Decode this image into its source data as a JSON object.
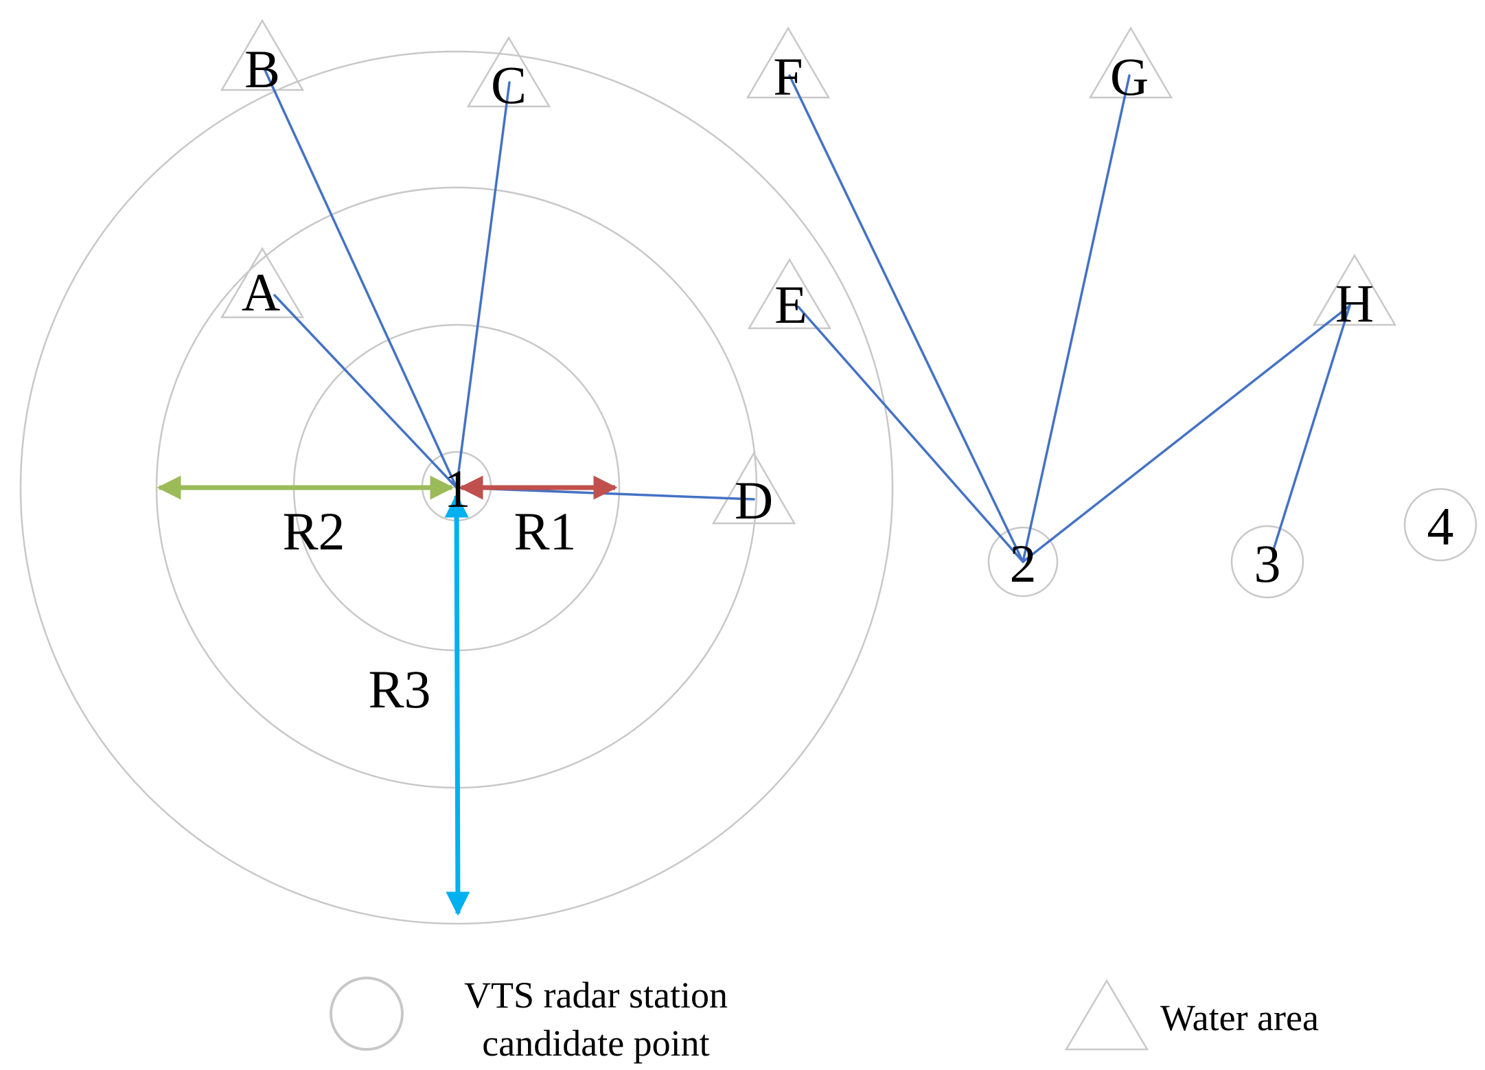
{
  "colors": {
    "ring": "#c8c8c8",
    "link": "#4472c4",
    "r1": "#c0504d",
    "r2": "#9bbb59",
    "r3": "#00b0f0",
    "text": "#000000"
  },
  "ranges": {
    "r1_label": "R1",
    "r2_label": "R2",
    "r3_label": "R3"
  },
  "stations": [
    {
      "id": "1",
      "label": "1"
    },
    {
      "id": "2",
      "label": "2"
    },
    {
      "id": "3",
      "label": "3"
    },
    {
      "id": "4",
      "label": "4"
    }
  ],
  "water_areas": [
    {
      "id": "A",
      "label": "A"
    },
    {
      "id": "B",
      "label": "B"
    },
    {
      "id": "C",
      "label": "C"
    },
    {
      "id": "D",
      "label": "D"
    },
    {
      "id": "E",
      "label": "E"
    },
    {
      "id": "F",
      "label": "F"
    },
    {
      "id": "G",
      "label": "G"
    },
    {
      "id": "H",
      "label": "H"
    }
  ],
  "links": [
    {
      "from": "1",
      "to": "A"
    },
    {
      "from": "1",
      "to": "B"
    },
    {
      "from": "1",
      "to": "C"
    },
    {
      "from": "1",
      "to": "D"
    },
    {
      "from": "2",
      "to": "E"
    },
    {
      "from": "2",
      "to": "F"
    },
    {
      "from": "2",
      "to": "G"
    },
    {
      "from": "2",
      "to": "H"
    },
    {
      "from": "3",
      "to": "H"
    }
  ],
  "legend": {
    "station_line1": "VTS radar station",
    "station_line2": "candidate point",
    "water_area": "Water area"
  }
}
